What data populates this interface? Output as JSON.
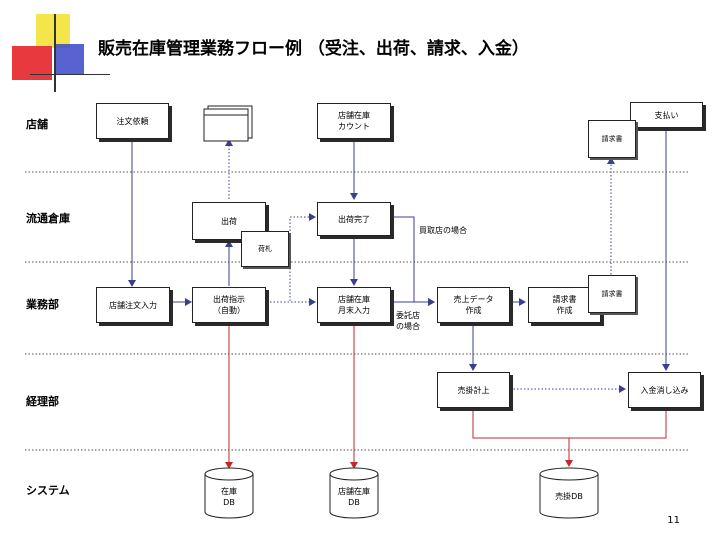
{
  "title": "販売在庫管理業務フロー例 （受注、出荷、請求、入金）",
  "page_number": "11",
  "lanes": [
    "店舗",
    "流通倉庫",
    "業務部",
    "経理部",
    "システム"
  ],
  "boxes": {
    "order_request": "注文依頼",
    "store_stock_count": "店舗在庫\nカウント",
    "payment": "支払い",
    "shipping": "出荷",
    "shipping_complete": "出荷完了",
    "store_order_entry": "店舗注文入力",
    "shipping_instruction": "出荷指示\n（自動）",
    "store_stock_month_end": "店舗在庫\n月末入力",
    "sales_data_creation": "売上データ\n作成",
    "invoice_creation": "請求書\n作成",
    "accounts_receivable": "売掛計上",
    "payment_reconciliation": "入金消し込み"
  },
  "documents": {
    "invoice_store": "請求書",
    "packing_slip": "荷札",
    "invoice_ops": "請求書"
  },
  "notes": {
    "purchase_store": "買取店の場合",
    "consignment_store": "委託店\nの場合"
  },
  "databases": {
    "inventory_db": "在庫\nDB",
    "store_inventory_db": "店舗在庫\nDB",
    "ar_db": "売掛DB"
  },
  "colors": {
    "flow_arrow": "#3a3f8f",
    "db_arrow": "#c0282d",
    "lane_divider": "#555555",
    "deco_yellow": "#f4e64a",
    "deco_red": "#e8393f",
    "deco_blue": "#3b46c8"
  }
}
